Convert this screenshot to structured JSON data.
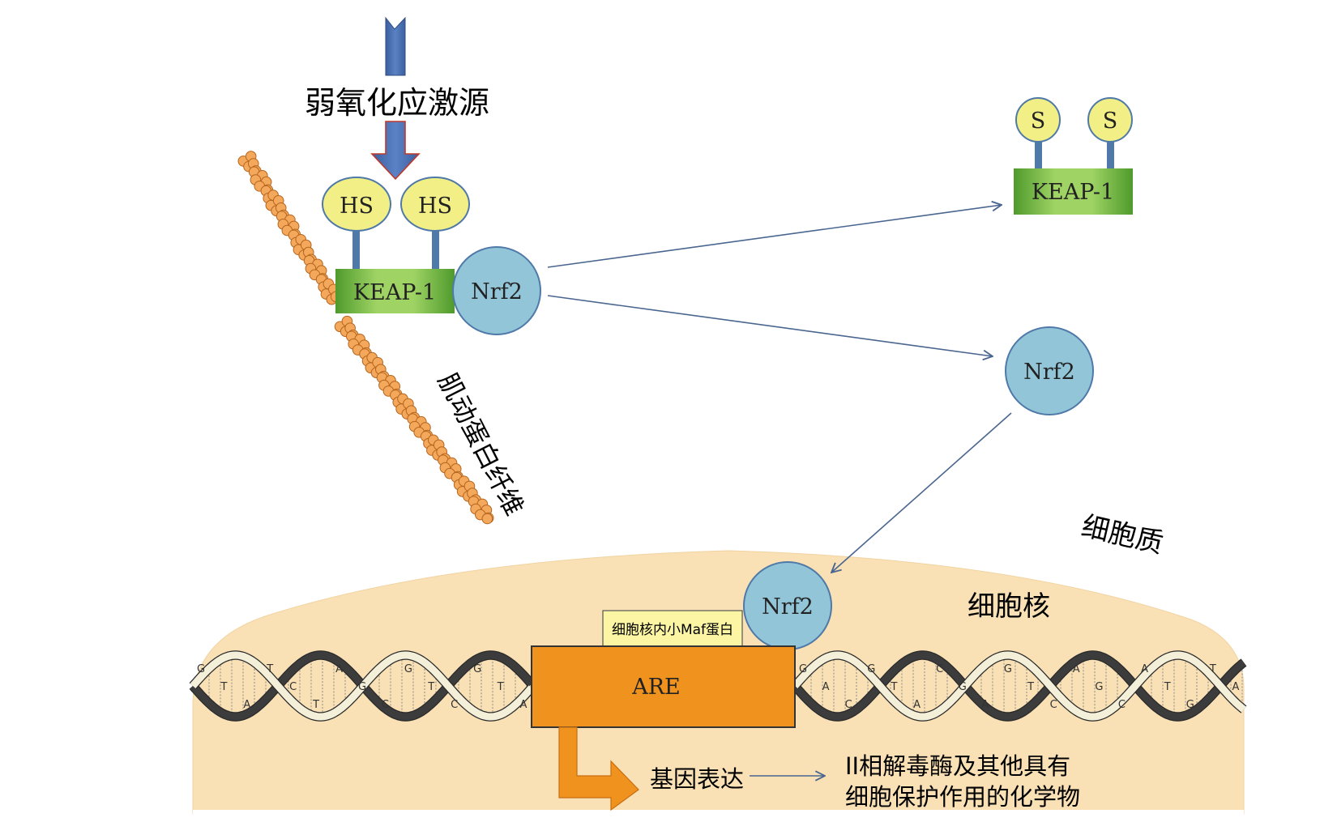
{
  "colors": {
    "stress_arrow": "#4a6fb5",
    "stress_arrow_tail": "#c0392b",
    "keap_green_light": "#a6d96a",
    "keap_green_dark": "#5aa032",
    "thiol_yellow": "#f2ef86",
    "thiol_stem": "#4f79a8",
    "nrf2_blue": "#92c5d8",
    "actin_orange": "#f4a85c",
    "nucleus_fill": "#f9e0b5",
    "are_orange": "#f0921e",
    "maf_yellow": "#fbf5a4",
    "pathway_line": "#4a6690"
  },
  "labels": {
    "stressor": "弱氧化应激源",
    "actin": "肌动蛋白纤维",
    "cytoplasm": "细胞质",
    "nucleus": "细胞核",
    "maf": "细胞核内小Maf蛋白",
    "are": "ARE",
    "gene_expression": "基因表达",
    "product_line1": "II相解毒酶及其他具有",
    "product_line2": "细胞保护作用的化学物"
  },
  "complex": {
    "keap": "KEAP-1",
    "thiols": [
      "HS",
      "HS"
    ],
    "nrf2": "Nrf2"
  },
  "oxidized_keap": {
    "keap": "KEAP-1",
    "sulfurs": [
      "S",
      "S"
    ]
  },
  "free_nrf2": "Nrf2",
  "nuclear_nrf2": "Nrf2",
  "dna_bases": {
    "left": [
      "G",
      "T",
      "A",
      "T",
      "C",
      "T",
      "A",
      "G",
      "C",
      "G",
      "T",
      "C",
      "G",
      "T",
      "A"
    ],
    "right": [
      "G",
      "A",
      "C",
      "G",
      "T",
      "A",
      "C",
      "G",
      "A",
      "G",
      "T",
      "C",
      "A",
      "G",
      "C",
      "A",
      "T",
      "G",
      "T",
      "A"
    ]
  }
}
